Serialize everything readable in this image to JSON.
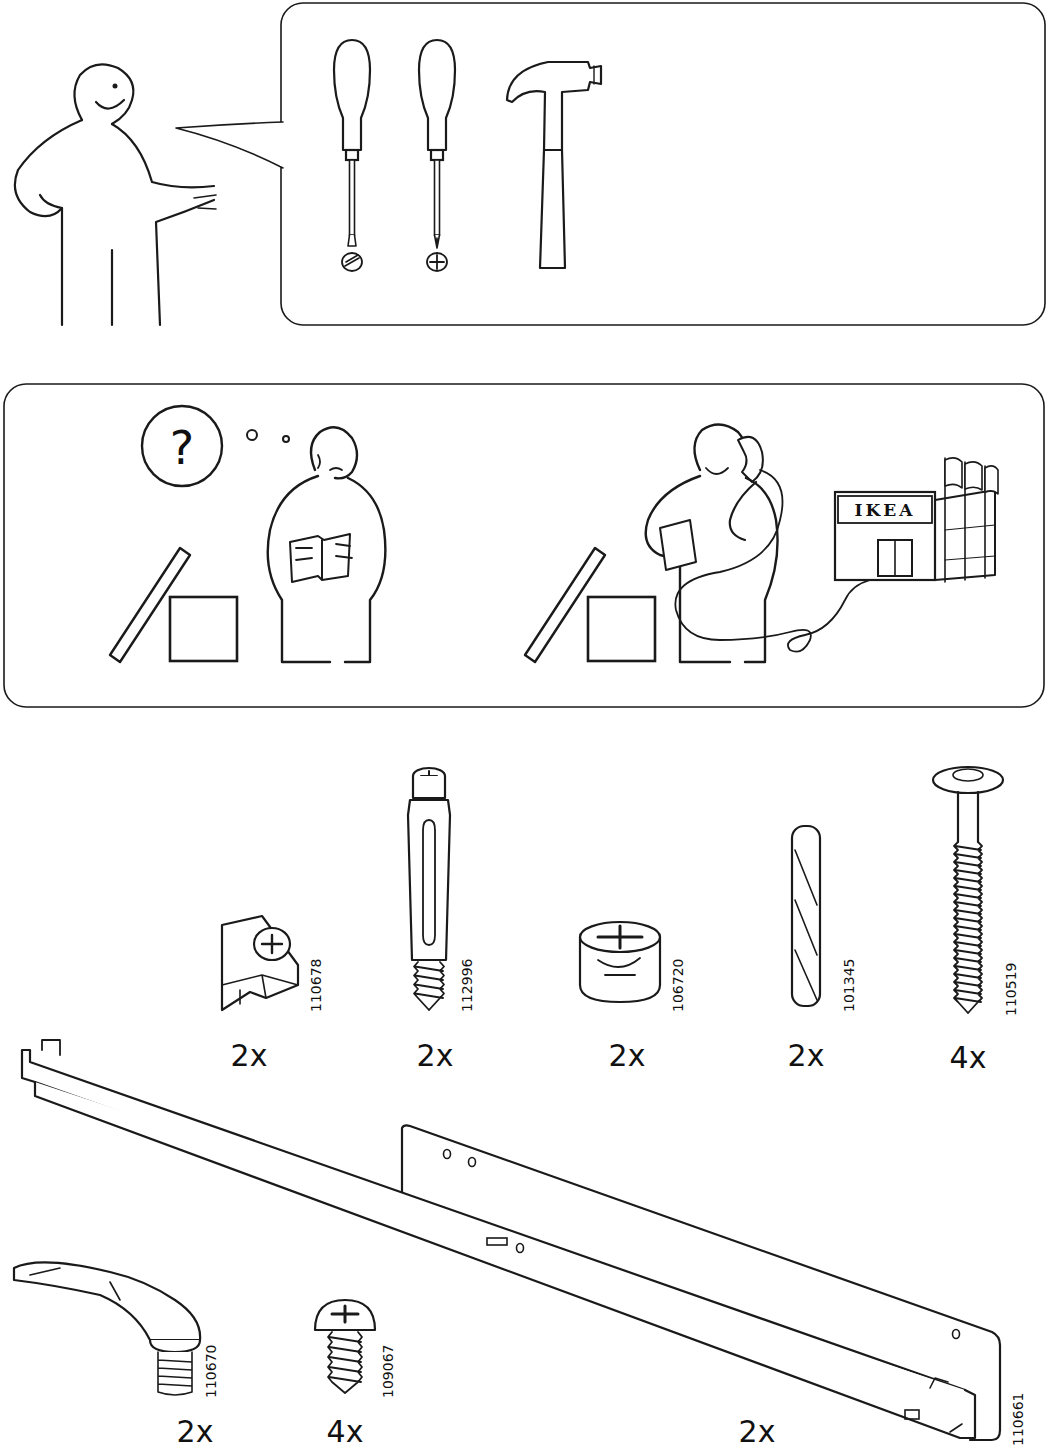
{
  "diagram": {
    "labels": [
      "?",
      "IKEA",
      "110678",
      "2x",
      "112996",
      "2x",
      "106720",
      "2x",
      "101345",
      "2x",
      "110519",
      "4x",
      "110670",
      "2x",
      "109067",
      "4x",
      "110661",
      "2x"
    ]
  }
}
